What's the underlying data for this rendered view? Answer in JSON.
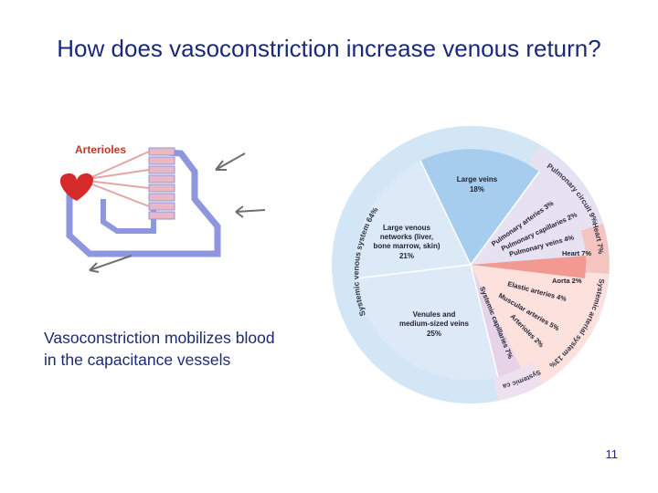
{
  "slide": {
    "title": "How does vasoconstriction increase venous return?",
    "caption_lines": [
      "Vasoconstriction mobilizes blood",
      "in the capacitance vessels"
    ],
    "page_number": "11"
  },
  "left_diagram": {
    "label": "Arterioles",
    "colors": {
      "heart": "#d42a2a",
      "vessel": "#8e97de",
      "arterioles": "#e8b9c4",
      "arrow": "#6f6f6f"
    }
  },
  "pie": {
    "outer_ring": {
      "systemic_venous": "Systemic venous system 64%",
      "pulmonary": "Pulmonary circuit 9%",
      "heart": "Heart 7%",
      "systemic_arterial": "Systemic arterial system 13%",
      "systemic_capillaries": "Systemic capillaries 7%"
    },
    "segments": {
      "large_veins": {
        "name": "Large veins",
        "value": "18%"
      },
      "large_venous_networks": {
        "lines": [
          "Large venous",
          "networks (liver,",
          "bone marrow, skin)"
        ],
        "value": "21%"
      },
      "venules": {
        "lines": [
          "Venules and",
          "medium-sized veins"
        ],
        "value": "25%"
      },
      "pulmonary_arteries": "Pulmonary arteries 3%",
      "pulmonary_capillaries": "Pulmonary capillaries 2%",
      "pulmonary_veins": "Pulmonary veins 4%",
      "heart": "Heart 7%",
      "aorta": "Aorta 2%",
      "elastic_arteries": "Elastic arteries 4%",
      "muscular_arteries": "Muscular arteries 5%",
      "arterioles": "Arterioles 2%",
      "systemic_capillaries": "Systemic capillaries 7%"
    },
    "colors": {
      "ring": "#d3e6f5",
      "venous": "#dce9f7",
      "large_veins": "#a7cdee",
      "pulmonary": "#e7e2f2",
      "heart": "#f29a91",
      "arterial": "#fde1dd",
      "capillaries": "#e6d3e8"
    }
  }
}
